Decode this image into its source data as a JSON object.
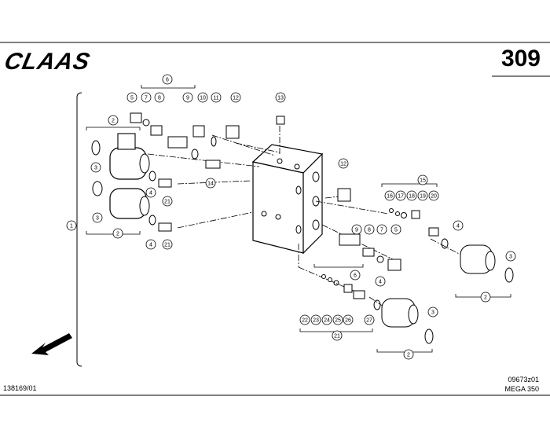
{
  "header": {
    "brand": "CLAAS",
    "page_number": "309"
  },
  "footer": {
    "drawing_ref": "138169/01",
    "drawing_code": "09673z01",
    "model": "MEGA 350"
  },
  "callouts": [
    "1",
    "2",
    "2",
    "2",
    "2",
    "3",
    "3",
    "3",
    "3",
    "4",
    "4",
    "4",
    "4",
    "5",
    "5",
    "6",
    "6",
    "7",
    "7",
    "8",
    "8",
    "9",
    "9",
    "10",
    "11",
    "12",
    "12",
    "13",
    "14",
    "15",
    "16",
    "17",
    "18",
    "19",
    "20",
    "21",
    "21",
    "21",
    "22",
    "23",
    "24",
    "25",
    "26",
    "27"
  ]
}
